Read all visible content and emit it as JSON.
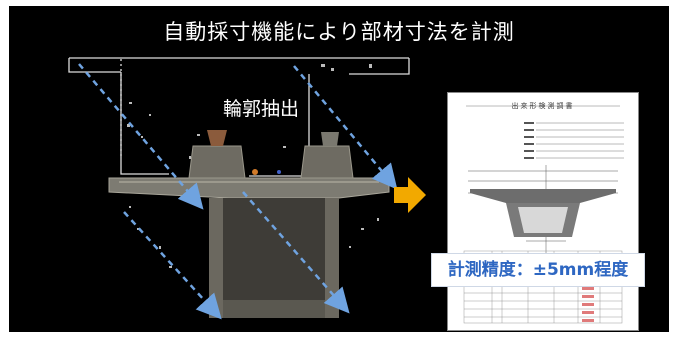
{
  "title": "自動採寸機能により部材寸法を計測",
  "outline_label": "輪郭抽出",
  "report": {
    "title": "出来形検測調書"
  },
  "accuracy_label": "計測精度：±5mm程度",
  "colors": {
    "background": "#000000",
    "accent_arrow": "#f2a900",
    "dashed_arrow": "#6fa3e0",
    "accuracy_text": "#2e67c2"
  }
}
